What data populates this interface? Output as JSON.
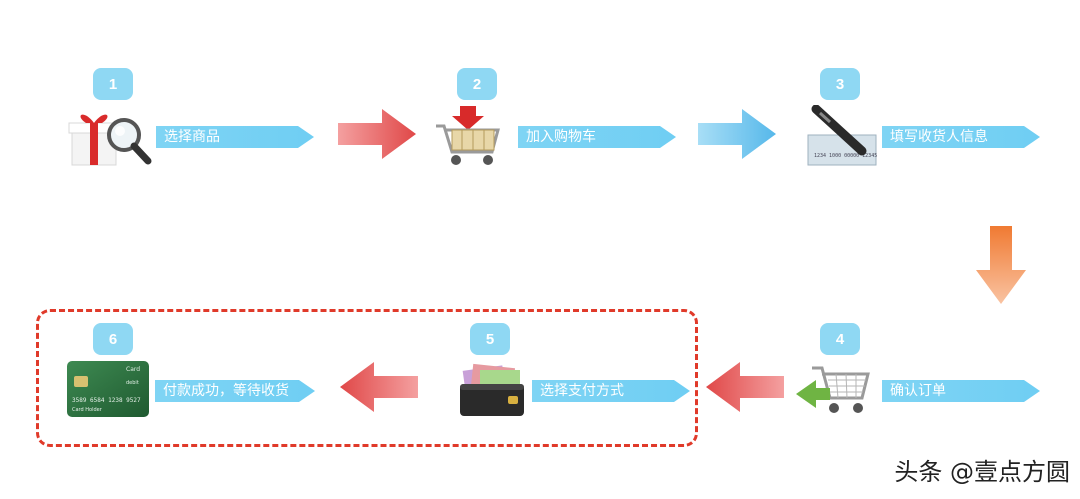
{
  "steps": [
    {
      "number": "1",
      "label": "选择商品"
    },
    {
      "number": "2",
      "label": "加入购物车"
    },
    {
      "number": "3",
      "label": "填写收货人信息"
    },
    {
      "number": "4",
      "label": "确认订单"
    },
    {
      "number": "5",
      "label": "选择支付方式"
    },
    {
      "number": "6",
      "label": "付款成功，等待收货"
    }
  ],
  "icons": {
    "step1": "gift-magnifier-icon",
    "step2": "shopping-cart-add-icon",
    "step3": "check-pen-icon",
    "step4": "cart-confirm-icon",
    "step5": "wallet-icon",
    "step6": "credit-card-icon"
  },
  "card_text": {
    "brand": "Card",
    "type": "debit",
    "number": "3589 6584 1238 9527",
    "holder": "Card Holder"
  },
  "check_text": "1234 1000 00000 12345",
  "watermark": "头条 @壹点方圆",
  "colors": {
    "badge": "#8fd8f3",
    "label": "#7fd4f4",
    "arrow_red": "#e85c5c",
    "arrow_blue": "#6cc4ee",
    "arrow_orange": "#f79a5a",
    "dashed_border": "#e03a2a"
  }
}
